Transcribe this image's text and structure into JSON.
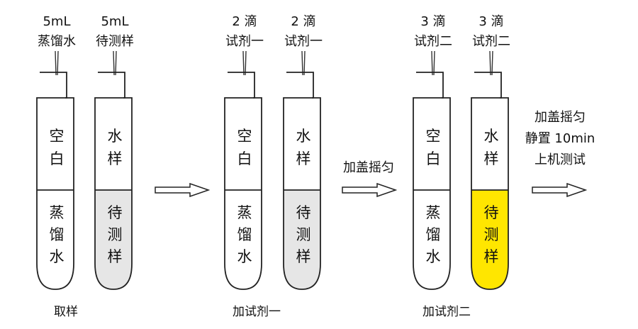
{
  "tubes": [
    {
      "top_label": [
        "5mL",
        "蒸馏水"
      ],
      "upper_text": [
        "空",
        "白"
      ],
      "lower_text": [
        "蒸",
        "馏",
        "水"
      ],
      "fill_color": "#ffffff"
    },
    {
      "top_label": [
        "5mL",
        "待测样"
      ],
      "upper_text": [
        "水",
        "样"
      ],
      "lower_text": [
        "待",
        "测",
        "样"
      ],
      "fill_color": "#e6e6e6"
    },
    {
      "top_label": [
        "2 滴",
        "试剂一"
      ],
      "upper_text": [
        "空",
        "白"
      ],
      "lower_text": [
        "蒸",
        "馏",
        "水"
      ],
      "fill_color": "#ffffff"
    },
    {
      "top_label": [
        "2 滴",
        "试剂一"
      ],
      "upper_text": [
        "水",
        "样"
      ],
      "lower_text": [
        "待",
        "测",
        "样"
      ],
      "fill_color": "#e6e6e6"
    },
    {
      "top_label": [
        "3 滴",
        "试剂二"
      ],
      "upper_text": [
        "空",
        "白"
      ],
      "lower_text": [
        "蒸",
        "馏",
        "水"
      ],
      "fill_color": "#ffffff"
    },
    {
      "top_label": [
        "3 滴",
        "试剂二"
      ],
      "upper_text": [
        "水",
        "样"
      ],
      "lower_text": [
        "待",
        "测",
        "样"
      ],
      "fill_color": "#ffe600"
    }
  ],
  "step_labels": [
    "取样",
    "加试剂一",
    "加试剂二"
  ],
  "arrow_labels": [
    [],
    [
      "加盖摇匀"
    ],
    [
      "加盖摇匀",
      "静置 10min",
      "上机测试"
    ]
  ]
}
